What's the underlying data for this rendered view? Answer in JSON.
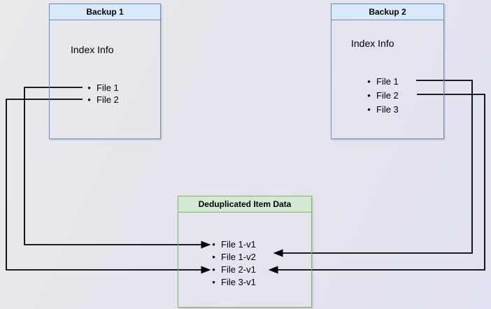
{
  "diagram": {
    "backup1": {
      "title": "Backup 1",
      "section_label": "Index Info",
      "files": [
        "File 1",
        "File 2"
      ]
    },
    "backup2": {
      "title": "Backup 2",
      "section_label": "Index Info",
      "files": [
        "File 1",
        "File 2",
        "File 3"
      ]
    },
    "dedup": {
      "title": "Deduplicated Item Data",
      "items": [
        "File 1-v1",
        "File 1-v2",
        "File 2-v1",
        "File 3-v1"
      ]
    },
    "connections": [
      {
        "from": "Backup 1 / File 1",
        "to": "File 1-v1"
      },
      {
        "from": "Backup 1 / File 2",
        "to": "File 2-v1"
      },
      {
        "from": "Backup 2 / File 1",
        "to": "File 1-v2"
      },
      {
        "from": "Backup 2 / File 2",
        "to": "File 2-v1"
      }
    ],
    "colors": {
      "backup_border": "#6c8ebf",
      "backup_header_fill": "#dae8fc",
      "dedup_border": "#82b366",
      "dedup_header_fill": "#d5e8d4",
      "connector": "#000000",
      "text": "#000000"
    },
    "bullet_glyph": "•"
  }
}
